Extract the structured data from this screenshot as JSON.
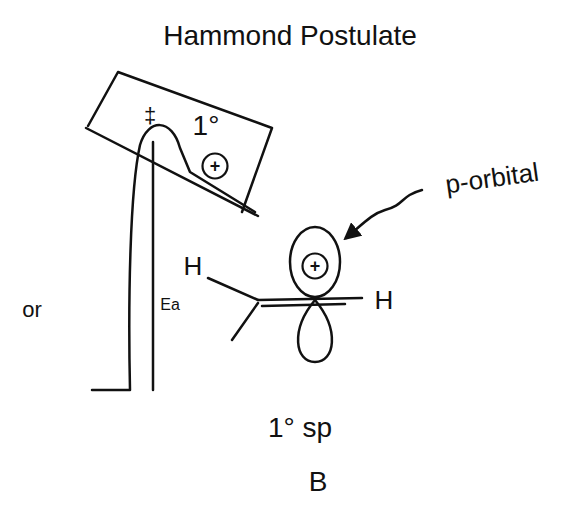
{
  "diagram": {
    "title": "Hammond Postulate",
    "nodes": [
      {
        "text": [
          "+"
        ]
      },
      {
        "text": [
          "+"
        ]
      }
    ],
    "labels": [
      "‡",
      "1°",
      "or",
      "Ea",
      "H",
      "H",
      "p-orbital",
      "1° sp",
      "B"
    ]
  }
}
